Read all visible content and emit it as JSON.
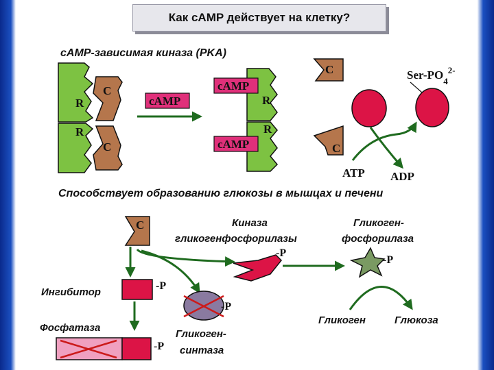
{
  "title": "Как cAMP действует на клетку?",
  "pka_header": "cAMP-зависимая киназа (PKA)",
  "complex": {
    "r_top": "R",
    "r_bottom": "R",
    "c_top": "C",
    "c_bottom": "C"
  },
  "camp_arrow_label": "cAMP",
  "r_bound": {
    "camp_top": "cAMP",
    "camp_bottom": "cAMP",
    "r_top": "R",
    "r_bottom": "R"
  },
  "free_c": {
    "top": "C",
    "bottom": "C"
  },
  "phospho": {
    "group": "Ser-PO",
    "sub": "4",
    "sup": "2-",
    "atp": "ATP",
    "adp": "ADP"
  },
  "mid_header": "Способствует образованию глюкозы в мышцах и печени",
  "lower_c": "C",
  "kinase_label": {
    "line1": "Киназа",
    "line2": "гликогенфосфорилазы"
  },
  "phosphorylase_label": {
    "line1": "Гликоген-",
    "line2": "фосфорилаза"
  },
  "p_tag": "-P",
  "inhibitor": "Ингибитор",
  "phosphatase": "Фосфатаза",
  "synthase_label": {
    "line1": "Гликоген-",
    "line2": "синтаза"
  },
  "glycogen": "Гликоген",
  "glucose": "Глюкоза"
}
